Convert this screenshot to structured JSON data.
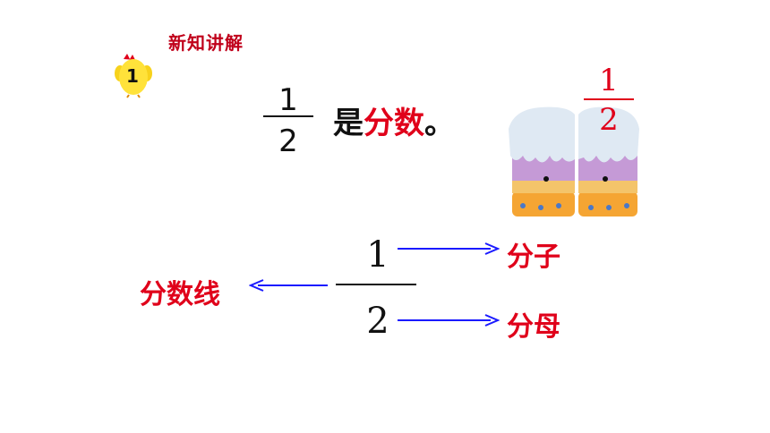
{
  "header": {
    "title": "新知讲解",
    "badge_number": "1"
  },
  "statement": {
    "numerator": "1",
    "denominator": "2",
    "prefix": "是",
    "highlight": "分数",
    "suffix": "。"
  },
  "cake": {
    "numerator": "1",
    "denominator": "2"
  },
  "diagram": {
    "numerator": "1",
    "denominator": "2",
    "numerator_label": "分子",
    "denominator_label": "分母",
    "bar_label": "分数线"
  },
  "colors": {
    "accent_red": "#e0001a",
    "title_red": "#c0001a",
    "arrow_blue": "#1a1aff"
  }
}
